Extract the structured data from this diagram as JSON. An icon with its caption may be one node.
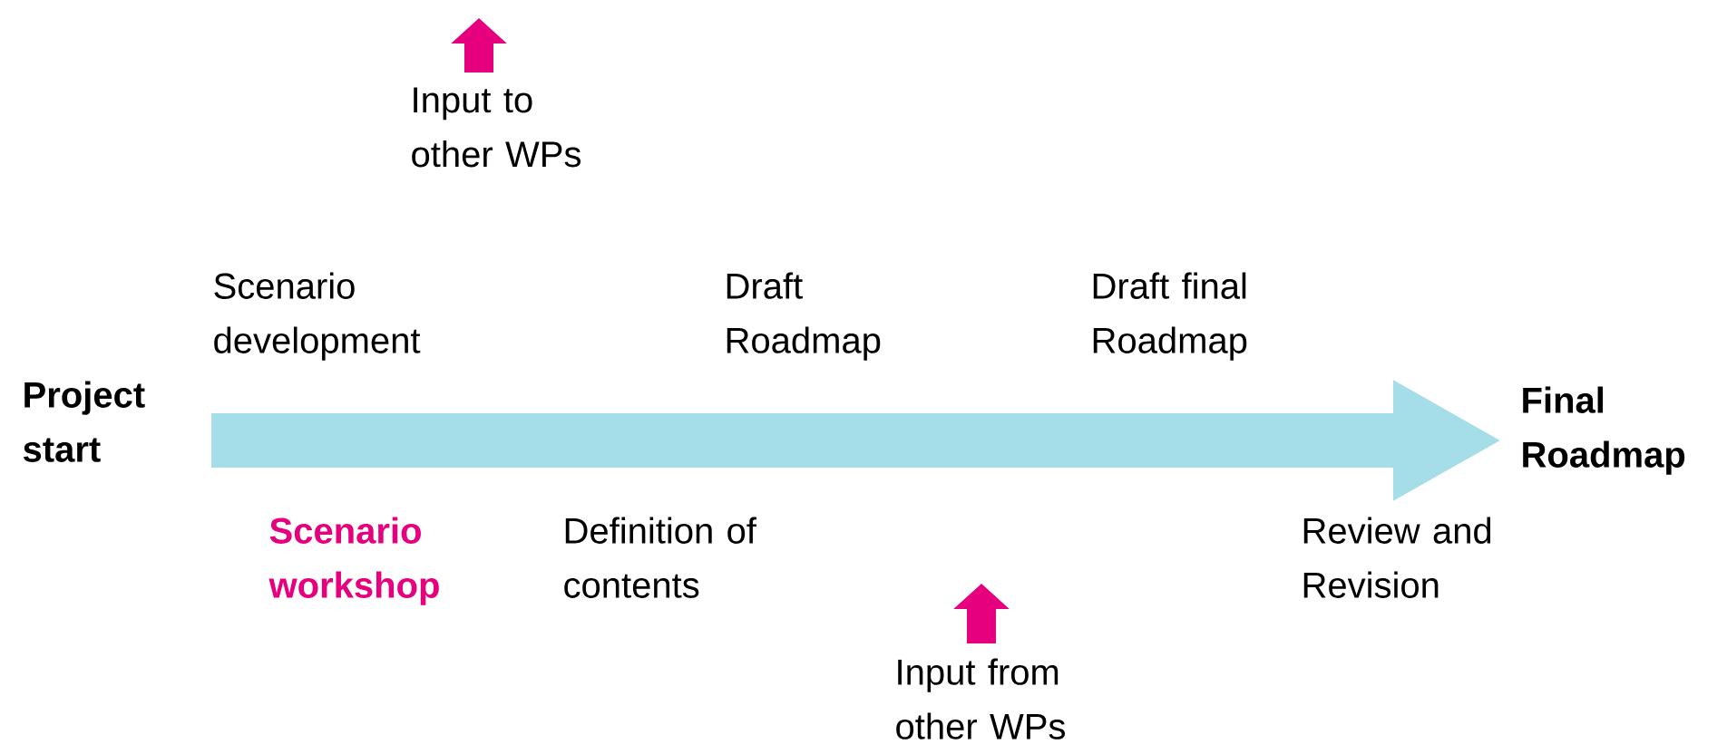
{
  "diagram": {
    "nodes": [
      {
        "text": [
          "Project start"
        ]
      },
      {
        "text": [
          "Final Roadmap"
        ]
      },
      {
        "text": [
          "Input to other WPs"
        ]
      },
      {
        "text": [
          "Input from other WPs"
        ]
      }
    ],
    "edges": [
      {
        "from": 0,
        "to": 1,
        "arrow": "to",
        "style": "thick",
        "color": "#a5dde8"
      },
      {
        "from": 2,
        "to": null,
        "arrow": "to",
        "color": "#e6007e"
      },
      {
        "from": 3,
        "to": null,
        "arrow": "to",
        "color": "#e6007e"
      }
    ],
    "labels": [
      "Scenario development",
      "Draft Roadmap",
      "Draft final Roadmap",
      "Scenario workshop",
      "Definition of contents",
      "Review and Revision"
    ]
  }
}
